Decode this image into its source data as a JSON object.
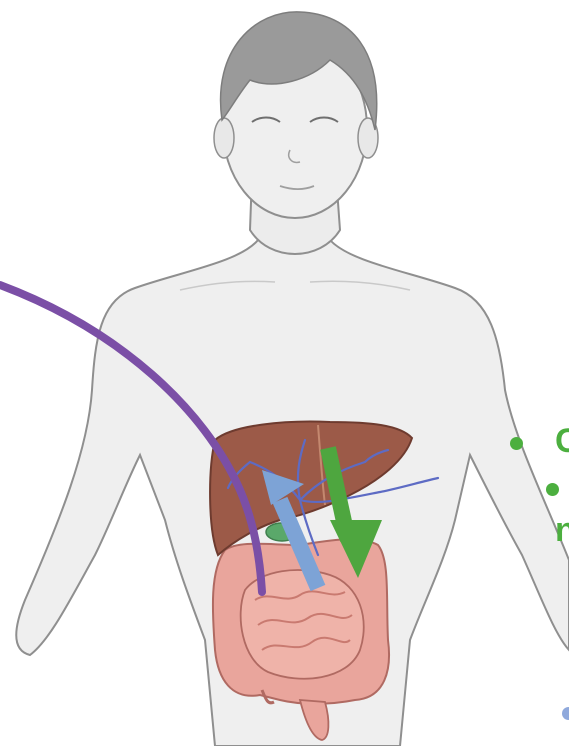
{
  "diagram": {
    "right_edge_labels": [
      {
        "text": "C",
        "color": "#4caf3f"
      },
      {
        "text": "n",
        "color": "#4caf3f"
      }
    ],
    "arrows": [
      {
        "name": "purple-curved-arrow",
        "color": "#7b4fa6"
      },
      {
        "name": "blue-up-arrow",
        "color": "#7da3d6"
      },
      {
        "name": "green-down-arrow",
        "color": "#4ea63f"
      }
    ],
    "bullets": [
      {
        "color": "#4caf3f"
      },
      {
        "color": "#4caf3f"
      },
      {
        "color": "#8fa9dc"
      }
    ],
    "colors": {
      "skin": "#efefef",
      "outline": "#8f8f8f",
      "hair": "#9a9a9a",
      "liver": "#9c5a48",
      "gallbladder": "#5aa86a",
      "intestine": "#e9a59c",
      "vessel": "#5d6bc4"
    }
  }
}
